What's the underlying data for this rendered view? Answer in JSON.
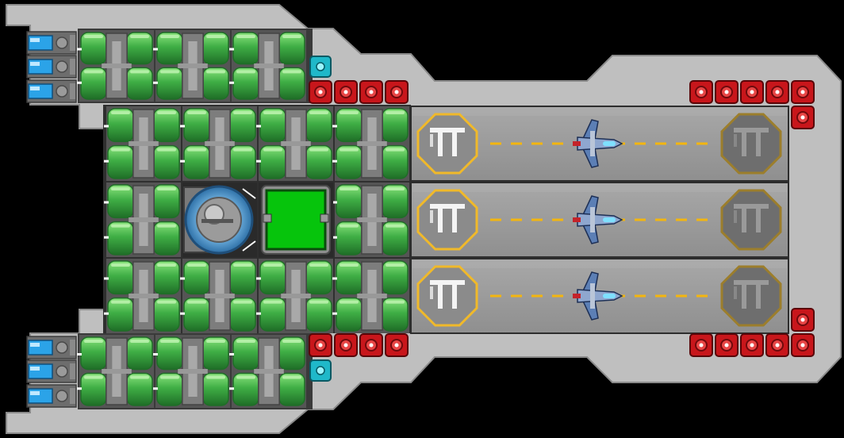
{
  "colors": {
    "background": "#000000",
    "hull": "#bfbfbf",
    "hull_outline": "#8a8a8a",
    "storage_green": "#3fae45",
    "storage_green_light": "#8ce57e",
    "storage_green_dark": "#1f6e27",
    "pipe_gray": "#7d7d7d",
    "thruster_blue": "#2ba3e8",
    "hangar_floor": "#9c9c9c",
    "hangar_stripe": "#f3b60f",
    "pad_active_border": "#f0b92a",
    "pad_inactive_fill": "#6e6e6e",
    "turret_red": "#c8161b",
    "teal_block": "#1fb8c9",
    "green_panel": "#06c40c"
  },
  "icons": {
    "thruster": "thruster-icon",
    "storage": "storage-tank-icon",
    "turret": "turret-icon",
    "shield": "shield-generator-icon",
    "reactor": "reactor-panel-icon",
    "landing_pad": "landing-pad-icon",
    "fighter": "fighter-ship-icon",
    "teal": "sensor-block-icon"
  },
  "hangar": {
    "bays": [
      {
        "pad_active": true,
        "ship": "fighter"
      },
      {
        "pad_active": true,
        "ship": "fighter"
      },
      {
        "pad_active": true,
        "ship": "fighter"
      }
    ]
  }
}
